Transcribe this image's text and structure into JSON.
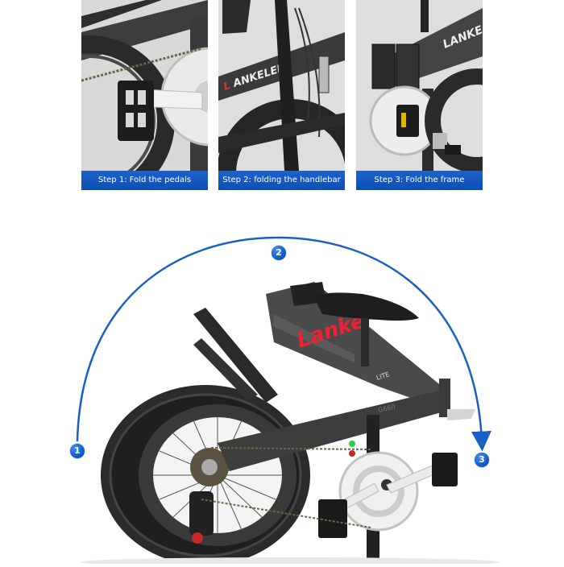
{
  "steps": [
    {
      "number": "1",
      "label": "Step 1: Fold the pedals"
    },
    {
      "number": "2",
      "label": "Step 2: folding the handlebar"
    },
    {
      "number": "3",
      "label": "Step 3: Fold the frame"
    }
  ],
  "diagram": {
    "markers": [
      "1",
      "2",
      "3"
    ],
    "brand_text": "Lanke",
    "model_text": "G660",
    "badge_text": "LITE"
  },
  "colors": {
    "label_blue": "#1559c2",
    "badge_blue": "#0a54c2",
    "arc_blue": "#1a5fc8"
  }
}
